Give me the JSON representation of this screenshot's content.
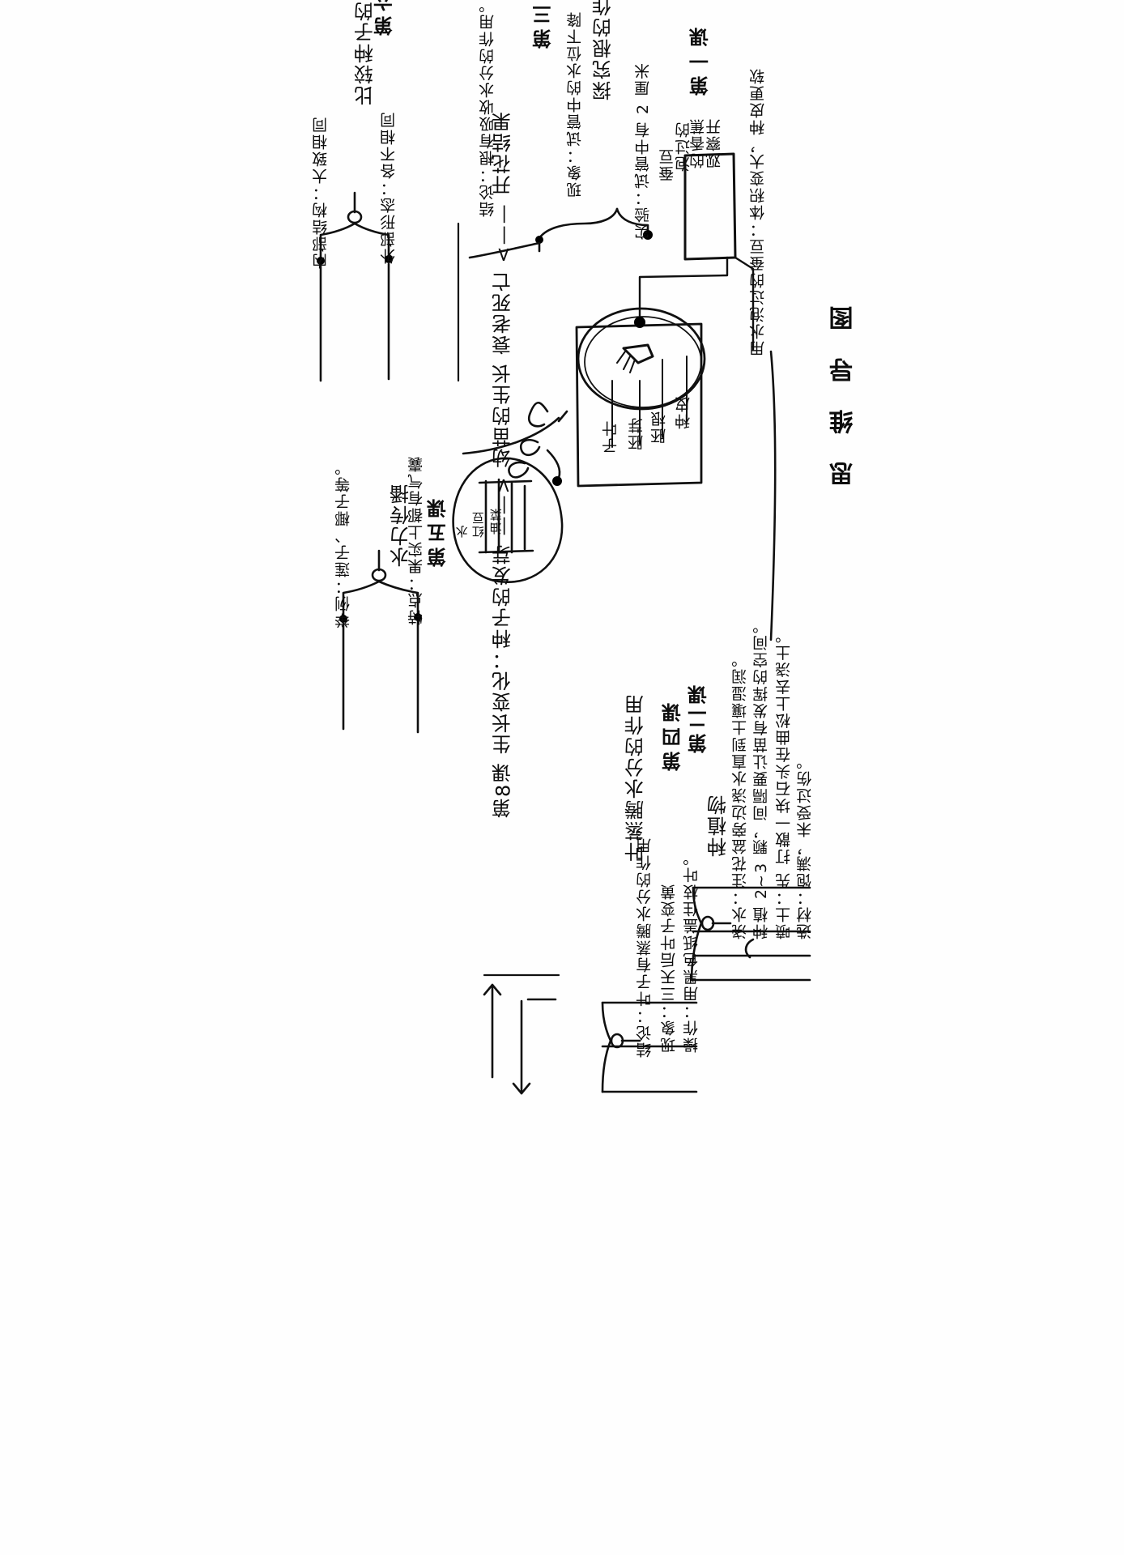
{
  "page": {
    "title": "思维导图",
    "orientation": "landscape-handwriting-on-portrait-scan",
    "medium": "handwritten black ink on white paper"
  },
  "lessons": [
    {
      "id": "lesson-1",
      "heading": "第一课",
      "topic_box": "观察开花的香蕉泡过的蚕豆",
      "topic_box_lines": [
        "观察开",
        "的香蕉",
        "泡过的",
        "蚕豆"
      ],
      "note": "用水泡过的蚕豆：体积变大，种皮更软",
      "diagram": {
        "name": "broad-bean-seed-diagram",
        "labels": [
          "种皮",
          "胚根",
          "胚芽",
          "子叶"
        ]
      },
      "sprout_diagram": {
        "name": "sprouting-bean-sketch",
        "labels": [
          "油菜",
          "红豆",
          "水"
        ]
      }
    },
    {
      "id": "lesson-2",
      "heading": "第二课",
      "topic": "种植物",
      "branches": [
        {
          "label": "选材",
          "text": "选材：饱满，未受过伤。"
        },
        {
          "label": "喷土",
          "text": "喷土：先 打散一块石头在曲松上去浇土。"
        },
        {
          "label": "种植",
          "text": "种植 2~3 颗，间隔要让苗有发挥的空间。"
        },
        {
          "label": "浇水",
          "text": "浇水：注花盆旁边浇水直到土壤湿润。"
        }
      ]
    },
    {
      "id": "lesson-3",
      "heading": "第三课",
      "topic": "探究根的作用",
      "branches": [
        {
          "label": "实验",
          "text": "实验：试管中有 2 厘米"
        },
        {
          "label": "现象",
          "text": "现象：试管中的水位下降"
        },
        {
          "label": "结论",
          "text": "结论：根有吸收水分的作用。"
        }
      ]
    },
    {
      "id": "lesson-4",
      "heading": "第四课",
      "topic": "叶蒸腾水分的作用",
      "branches": [
        {
          "label": "操作",
          "text": "操作：用黑色纸盖住枝叶。"
        },
        {
          "label": "现象",
          "text": "现象：三天后叶子变黄"
        },
        {
          "label": "结论",
          "text": "结论：叶子有蒸腾水分的作用。"
        }
      ]
    },
    {
      "id": "lesson-5",
      "heading": "第五课",
      "topic": "水力传播",
      "branches": [
        {
          "label": "特点",
          "text": "特点：果实上都有气囊"
        },
        {
          "label": "举例",
          "text": "举例：莲子、椰子等。"
        }
      ]
    },
    {
      "id": "lesson-6",
      "heading": "第六课",
      "topic": "比较种子的相同点",
      "branches": [
        {
          "label": "外部形态",
          "text": "外部形态：各不相同"
        },
        {
          "label": "内部结构",
          "text": "内部结构：大致相同"
        }
      ]
    },
    {
      "id": "lesson-8",
      "heading": "第8课",
      "topic": "生长变化",
      "chain": "种子的发芽 → 幼苗的生长 → 开花结果 → 衰老死亡",
      "chain_text": "第8课 生长变化：种子的发芽 ——> 幼苗的生长 衰老死亡 <—— 开花结果"
    }
  ],
  "labels": {
    "seed_coat": "种皮",
    "radicle": "胚根",
    "plumule": "胚芽",
    "cotyledon": "子叶",
    "rape": "油菜",
    "red_bean": "红豆",
    "water": "水"
  }
}
